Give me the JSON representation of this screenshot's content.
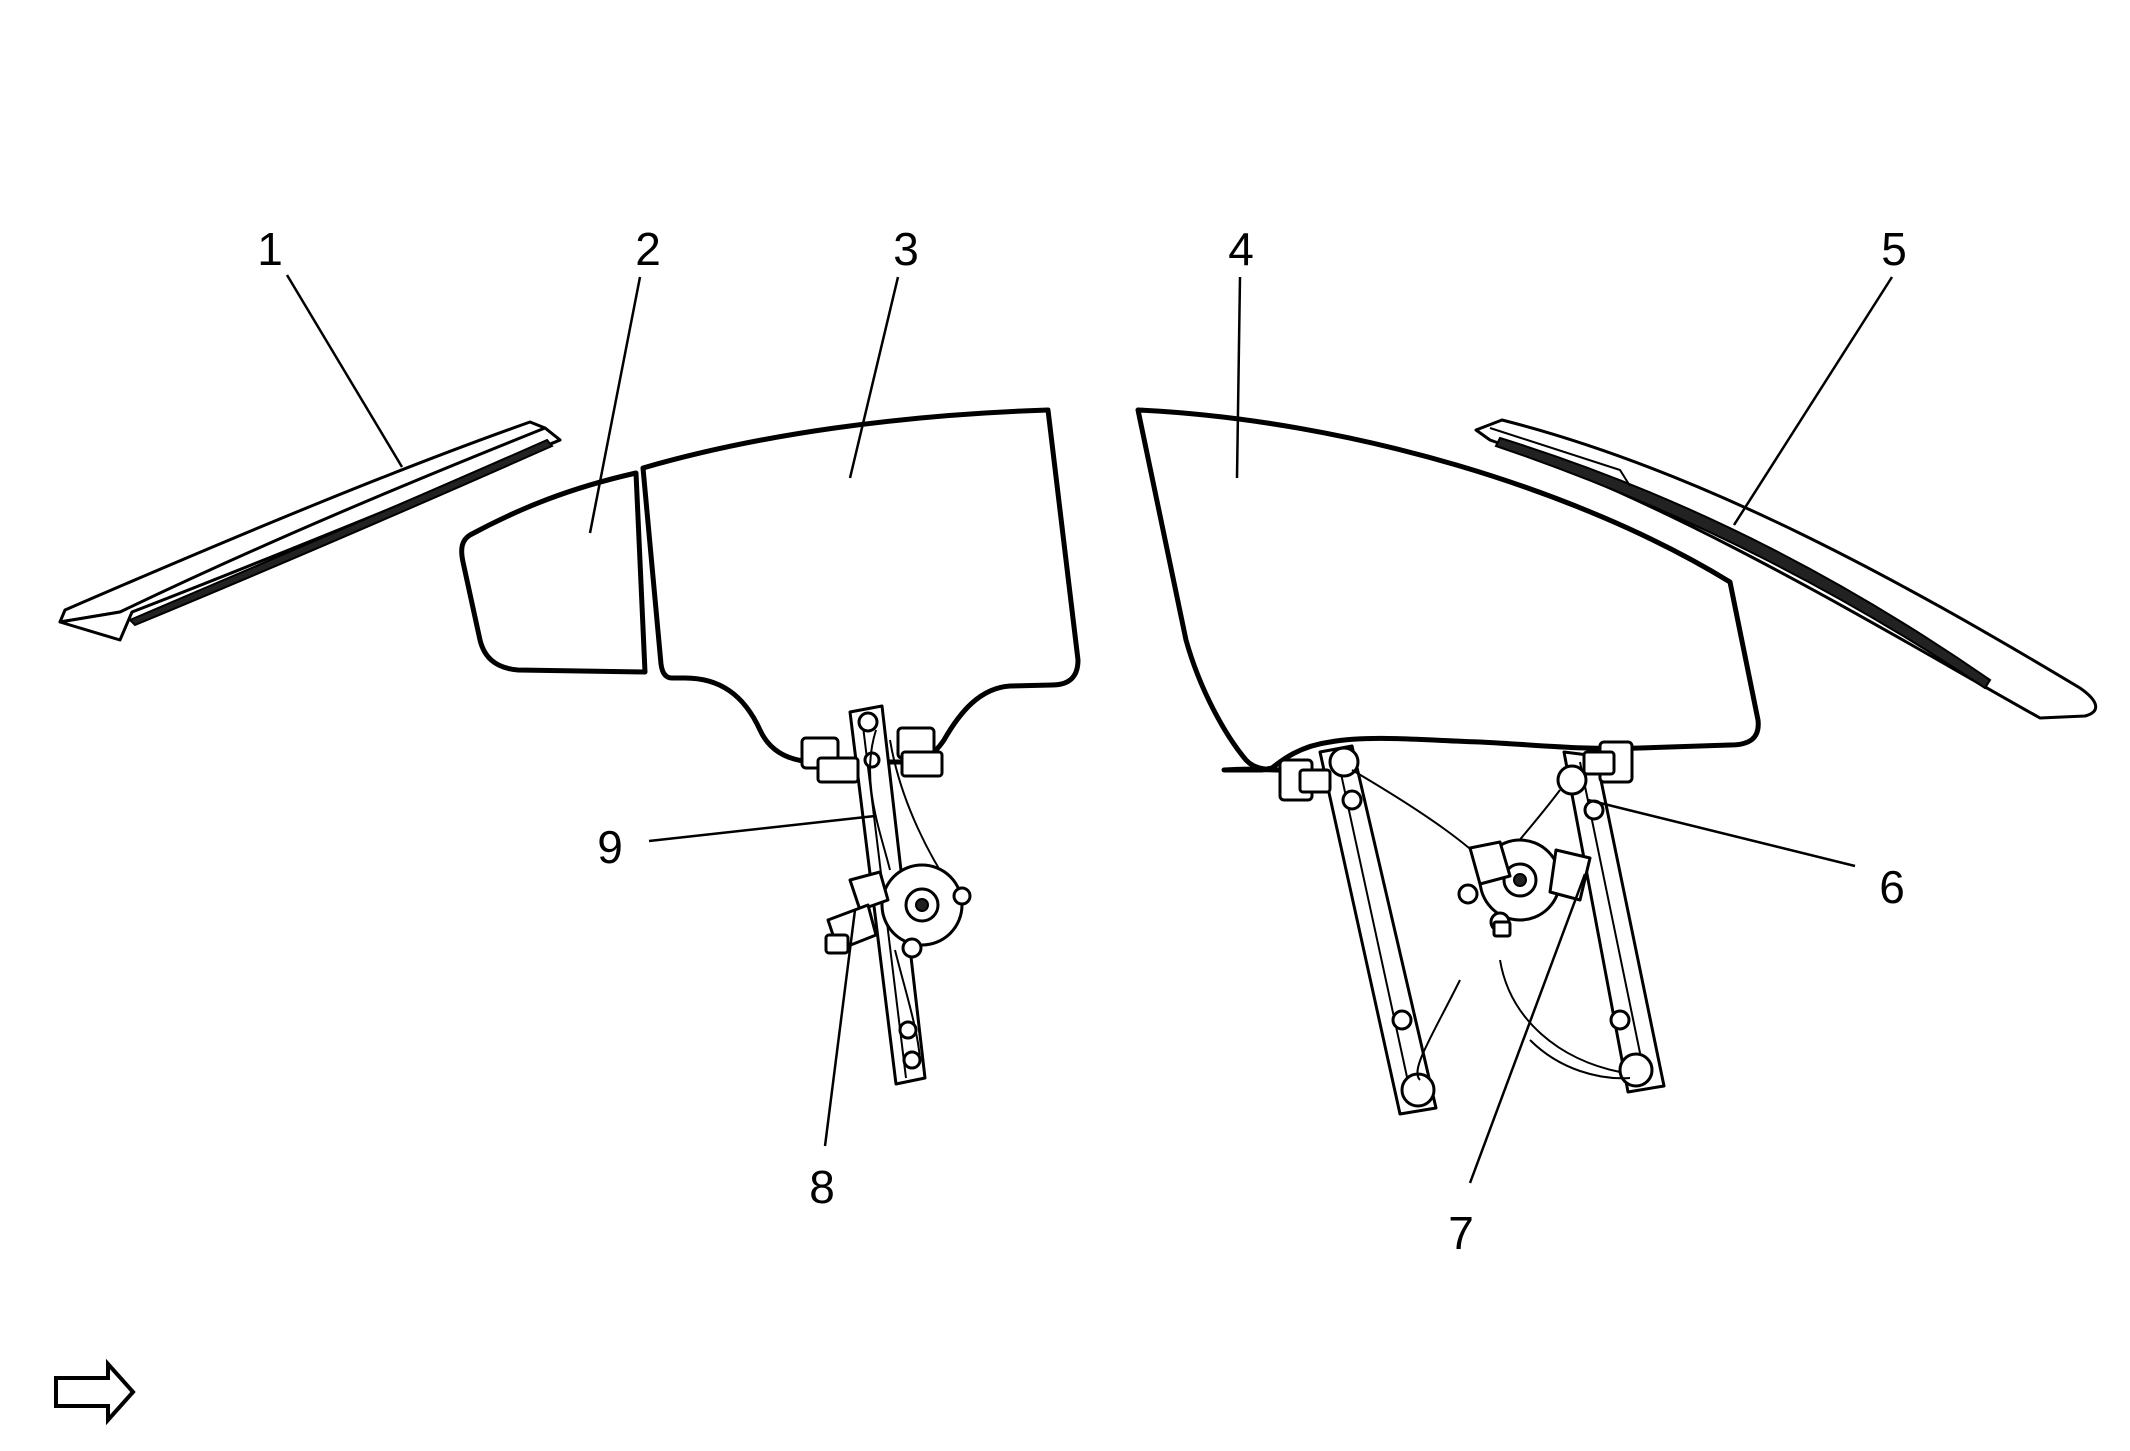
{
  "callouts": [
    {
      "id": "1",
      "label": "1"
    },
    {
      "id": "2",
      "label": "2"
    },
    {
      "id": "3",
      "label": "3"
    },
    {
      "id": "4",
      "label": "4"
    },
    {
      "id": "5",
      "label": "5"
    },
    {
      "id": "6",
      "label": "6"
    },
    {
      "id": "7",
      "label": "7"
    },
    {
      "id": "8",
      "label": "8"
    },
    {
      "id": "9",
      "label": "9"
    }
  ],
  "icons": {
    "view_direction": "right-arrow-icon"
  }
}
